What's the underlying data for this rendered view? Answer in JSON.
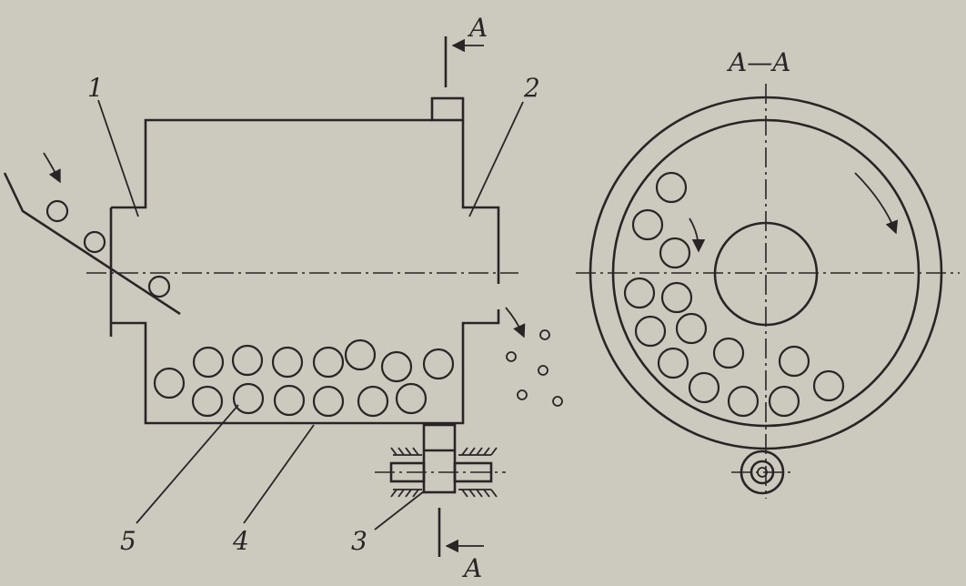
{
  "section_marker": "A",
  "section_title": "A—A",
  "part_labels": {
    "p1": "1",
    "p2": "2",
    "p3": "3",
    "p4": "4",
    "p5": "5"
  }
}
